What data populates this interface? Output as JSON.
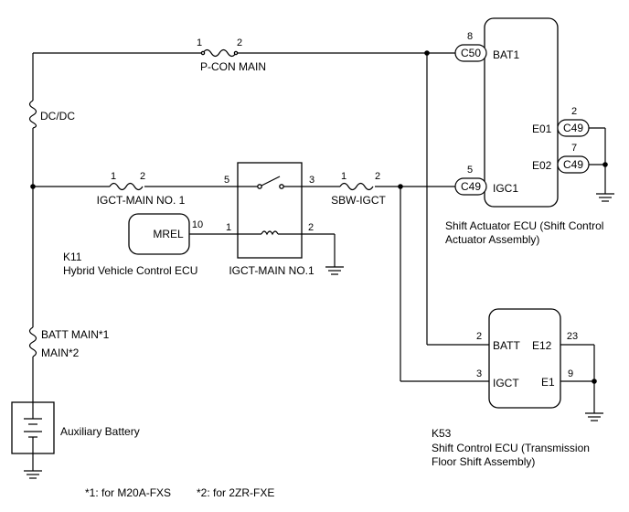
{
  "fuses": {
    "pcon_main": {
      "label": "P-CON MAIN",
      "pin_a": "1",
      "pin_b": "2"
    },
    "dcdc": {
      "label": "DC/DC"
    },
    "igct_main_no1": {
      "label": "IGCT-MAIN NO. 1",
      "pin_a": "1",
      "pin_b": "2"
    },
    "sbw_igct": {
      "label": "SBW-IGCT",
      "pin_a": "1",
      "pin_b": "2"
    },
    "batt_main": {
      "label_1": "BATT MAIN*1",
      "label_2": "MAIN*2"
    }
  },
  "relay": {
    "label": "IGCT-MAIN NO.1",
    "pins": {
      "p5": "5",
      "p3": "3",
      "p1": "1",
      "p2": "2"
    }
  },
  "hv_ecu": {
    "code": "K11",
    "name": "Hybrid Vehicle Control ECU",
    "terminal": "MREL",
    "pin": "10"
  },
  "battery": {
    "label": "Auxiliary Battery"
  },
  "shift_actuator_ecu": {
    "name_1": "Shift Actuator ECU (Shift Control",
    "name_2": "Actuator Assembly)",
    "terminals": {
      "bat1": {
        "name": "BAT1",
        "pin": "8",
        "connector": "C50"
      },
      "igc1": {
        "name": "IGC1",
        "pin": "5",
        "connector": "C49"
      },
      "e01": {
        "name": "E01",
        "pin": "2",
        "connector": "C49"
      },
      "e02": {
        "name": "E02",
        "pin": "7",
        "connector": "C49"
      }
    }
  },
  "shift_control_ecu": {
    "code": "K53",
    "name_1": "Shift Control ECU (Transmission",
    "name_2": "Floor Shift Assembly)",
    "terminals": {
      "batt": {
        "name": "BATT",
        "pin": "2"
      },
      "igct": {
        "name": "IGCT",
        "pin": "3"
      },
      "e12": {
        "name": "E12",
        "pin": "23"
      },
      "e1": {
        "name": "E1",
        "pin": "9"
      }
    }
  },
  "footnotes": {
    "note1": "*1: for M20A-FXS",
    "note2": "*2: for 2ZR-FXE"
  }
}
